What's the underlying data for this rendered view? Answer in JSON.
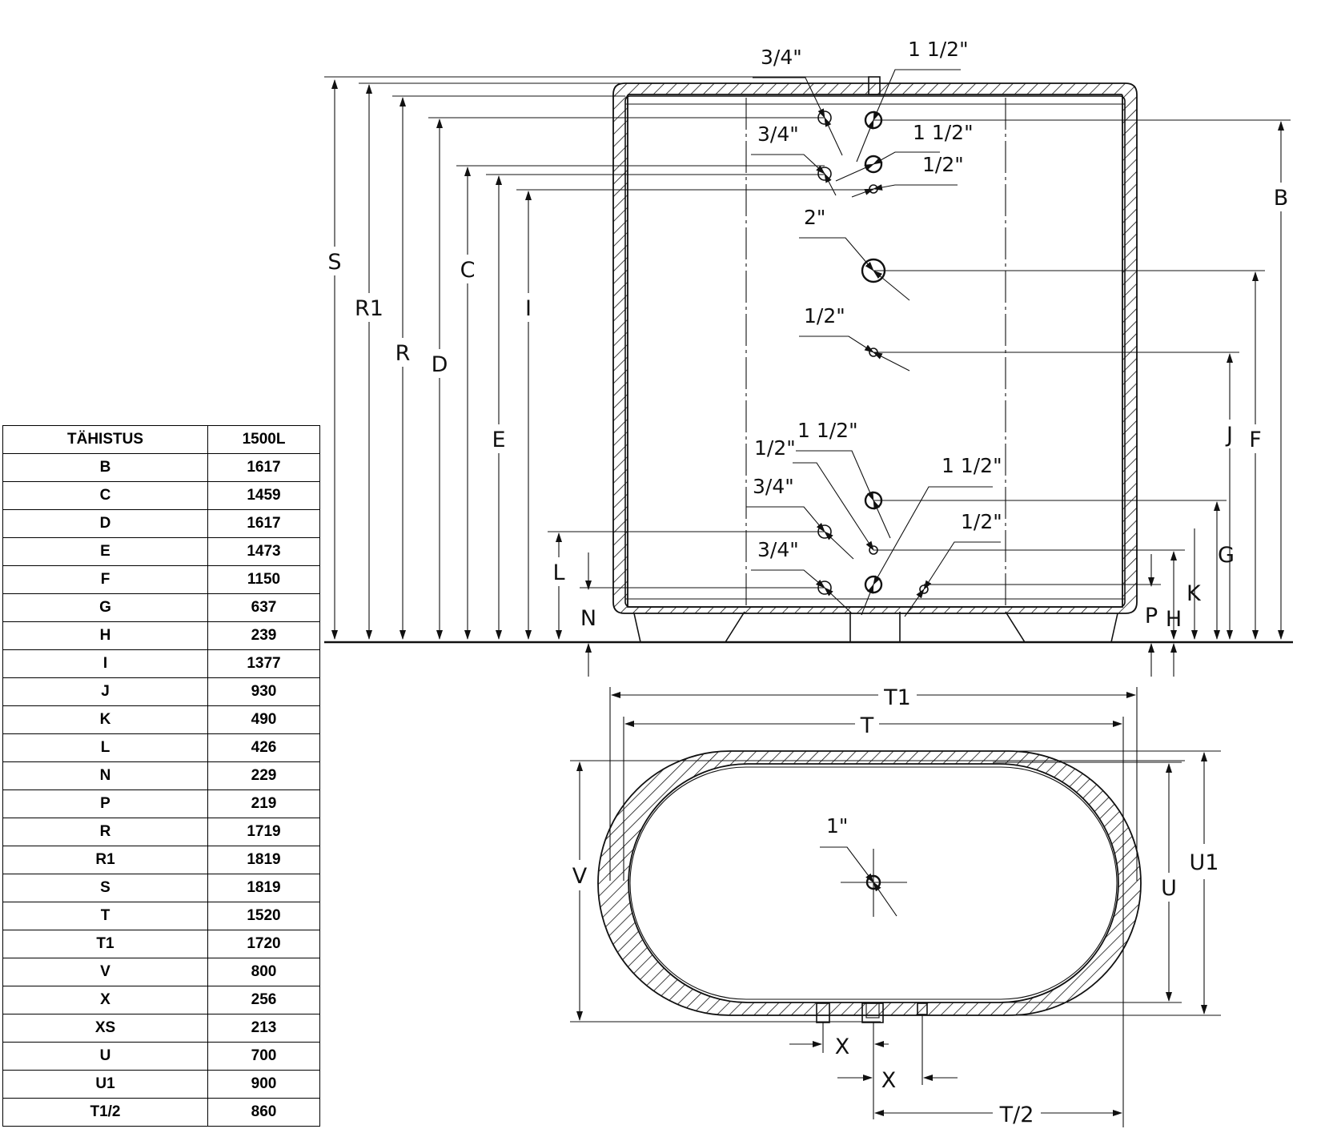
{
  "table": {
    "headers": [
      "TÄHISTUS",
      "1500L"
    ],
    "rows": [
      [
        "B",
        "1617"
      ],
      [
        "C",
        "1459"
      ],
      [
        "D",
        "1617"
      ],
      [
        "E",
        "1473"
      ],
      [
        "F",
        "1150"
      ],
      [
        "G",
        "637"
      ],
      [
        "H",
        "239"
      ],
      [
        "I",
        "1377"
      ],
      [
        "J",
        "930"
      ],
      [
        "K",
        "490"
      ],
      [
        "L",
        "426"
      ],
      [
        "N",
        "229"
      ],
      [
        "P",
        "219"
      ],
      [
        "R",
        "1719"
      ],
      [
        "R1",
        "1819"
      ],
      [
        "S",
        "1819"
      ],
      [
        "T",
        "1520"
      ],
      [
        "T1",
        "1720"
      ],
      [
        "V",
        "800"
      ],
      [
        "X",
        "256"
      ],
      [
        "XS",
        "213"
      ],
      [
        "U",
        "700"
      ],
      [
        "U1",
        "900"
      ],
      [
        "T1/2",
        "860"
      ]
    ]
  },
  "drawing": {
    "dimension_labels": {
      "S": "S",
      "R1": "R1",
      "R": "R",
      "D": "D",
      "C": "C",
      "E": "E",
      "I": "I",
      "L": "L",
      "N": "N",
      "B": "B",
      "F": "F",
      "J": "J",
      "G": "G",
      "K": "K",
      "P": "P",
      "H": "H",
      "T1": "T1",
      "T": "T",
      "V": "V",
      "U": "U",
      "U1": "U1",
      "X": "X",
      "T_half": "T/2"
    },
    "connection_sizes": {
      "top_left_a": "3/4\"",
      "top_right_a": "1 1/2\"",
      "top_left_b": "3/4\"",
      "top_right_b": "1 1/2\"",
      "top_right_c": "1/2\"",
      "middle_large": "2\"",
      "middle_small": "1/2\"",
      "bottom_1": "1 1/2\"",
      "bottom_2": "1/2\"",
      "bottom_3": "3/4\"",
      "bottom_4": "1 1/2\"",
      "bottom_5": "1/2\"",
      "bottom_6": "3/4\"",
      "top_view_center": "1\""
    }
  }
}
